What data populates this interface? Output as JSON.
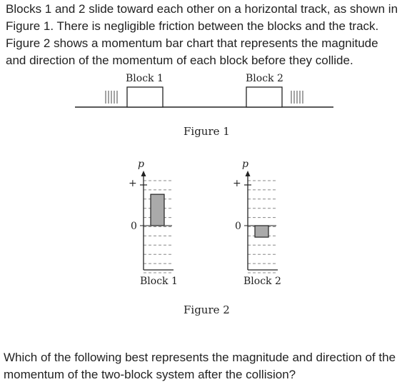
{
  "intro_text": "Blocks 1 and 2 slide toward each other on a horizontal track, as shown in Figure 1. There is negligible friction between the blocks and the track. Figure 2 shows a momentum bar chart that represents the magnitude and direction of the momentum of each block before they collide.",
  "figure1": {
    "block1_label": "Block 1",
    "block2_label": "Block 2",
    "caption": "Figure 1"
  },
  "figure2": {
    "caption": "Figure 2",
    "charts": [
      {
        "axis_label": "p",
        "plus_label": "+",
        "zero_label": "0",
        "category": "Block 1",
        "value": 2.5,
        "ylim": [
          -3,
          4
        ]
      },
      {
        "axis_label": "p",
        "plus_label": "+",
        "zero_label": "0",
        "category": "Block 2",
        "value": -1,
        "ylim": [
          -3,
          4
        ]
      }
    ]
  },
  "chart_data": [
    {
      "type": "bar",
      "categories": [
        "Block 1"
      ],
      "values": [
        2.5
      ],
      "ylabel": "p",
      "ylim": [
        -3,
        4
      ],
      "grid": true
    },
    {
      "type": "bar",
      "categories": [
        "Block 2"
      ],
      "values": [
        -1
      ],
      "ylabel": "p",
      "ylim": [
        -3,
        4
      ],
      "grid": true
    }
  ],
  "question_text": "Which of the following best represents the magnitude and direction of the momentum of the two-block system after the collision?",
  "colors": {
    "bar_fill": "#aaaaaa",
    "ink": "#222222",
    "grid": "#888888"
  }
}
